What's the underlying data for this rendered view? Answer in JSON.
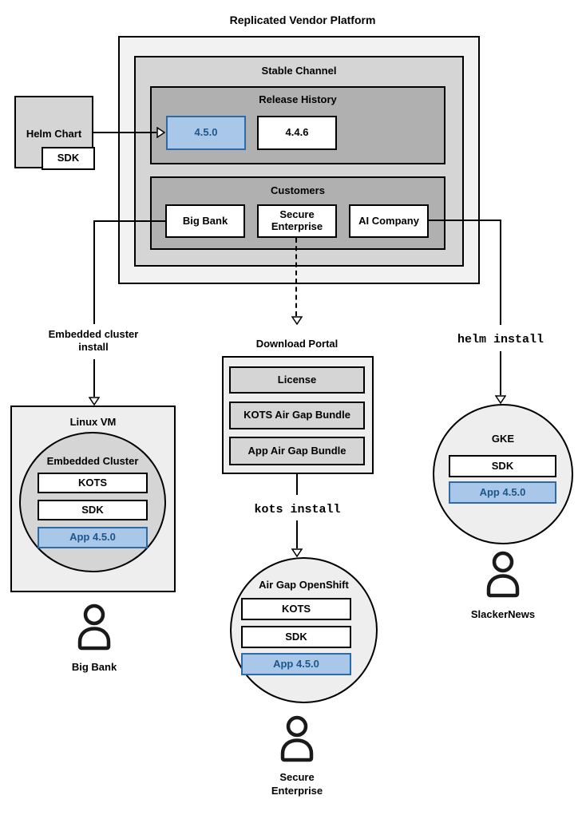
{
  "diagram": {
    "title": "Replicated Vendor Platform",
    "stable_channel": {
      "title": "Stable Channel",
      "release_history": {
        "title": "Release History",
        "releases": [
          "4.5.0",
          "4.4.6"
        ]
      },
      "customers": {
        "title": "Customers",
        "items": [
          "Big Bank",
          "Secure Enterprise",
          "AI Company"
        ]
      }
    },
    "helm_chart": {
      "label": "Helm Chart",
      "sdk": "SDK"
    },
    "edge_labels": {
      "embedded_install": "Embedded cluster install",
      "kots_install": "kots install",
      "helm_install": "helm install"
    },
    "download_portal": {
      "title": "Download Portal",
      "items": [
        "License",
        "KOTS Air Gap Bundle",
        "App Air Gap Bundle"
      ]
    },
    "linux_vm": {
      "title": "Linux VM",
      "embedded_cluster": {
        "title": "Embedded Cluster",
        "components": [
          "KOTS",
          "SDK"
        ],
        "app": "App 4.5.0"
      }
    },
    "airgap_openshift": {
      "title": "Air Gap OpenShift",
      "components": [
        "KOTS",
        "SDK"
      ],
      "app": "App 4.5.0"
    },
    "gke": {
      "title": "GKE",
      "components": [
        "SDK"
      ],
      "app": "App 4.5.0"
    },
    "users": {
      "big_bank": "Big Bank",
      "secure_enterprise": "Secure Enterprise",
      "slackernews": "SlackerNews"
    },
    "colors": {
      "highlight_fill": "#a8c7e9",
      "highlight_border": "#2e6ba6",
      "highlight_text": "#1d5689",
      "container_light": "#f2f2f2",
      "container_mid": "#d5d5d5",
      "container_dark": "#b0b0b0"
    }
  }
}
